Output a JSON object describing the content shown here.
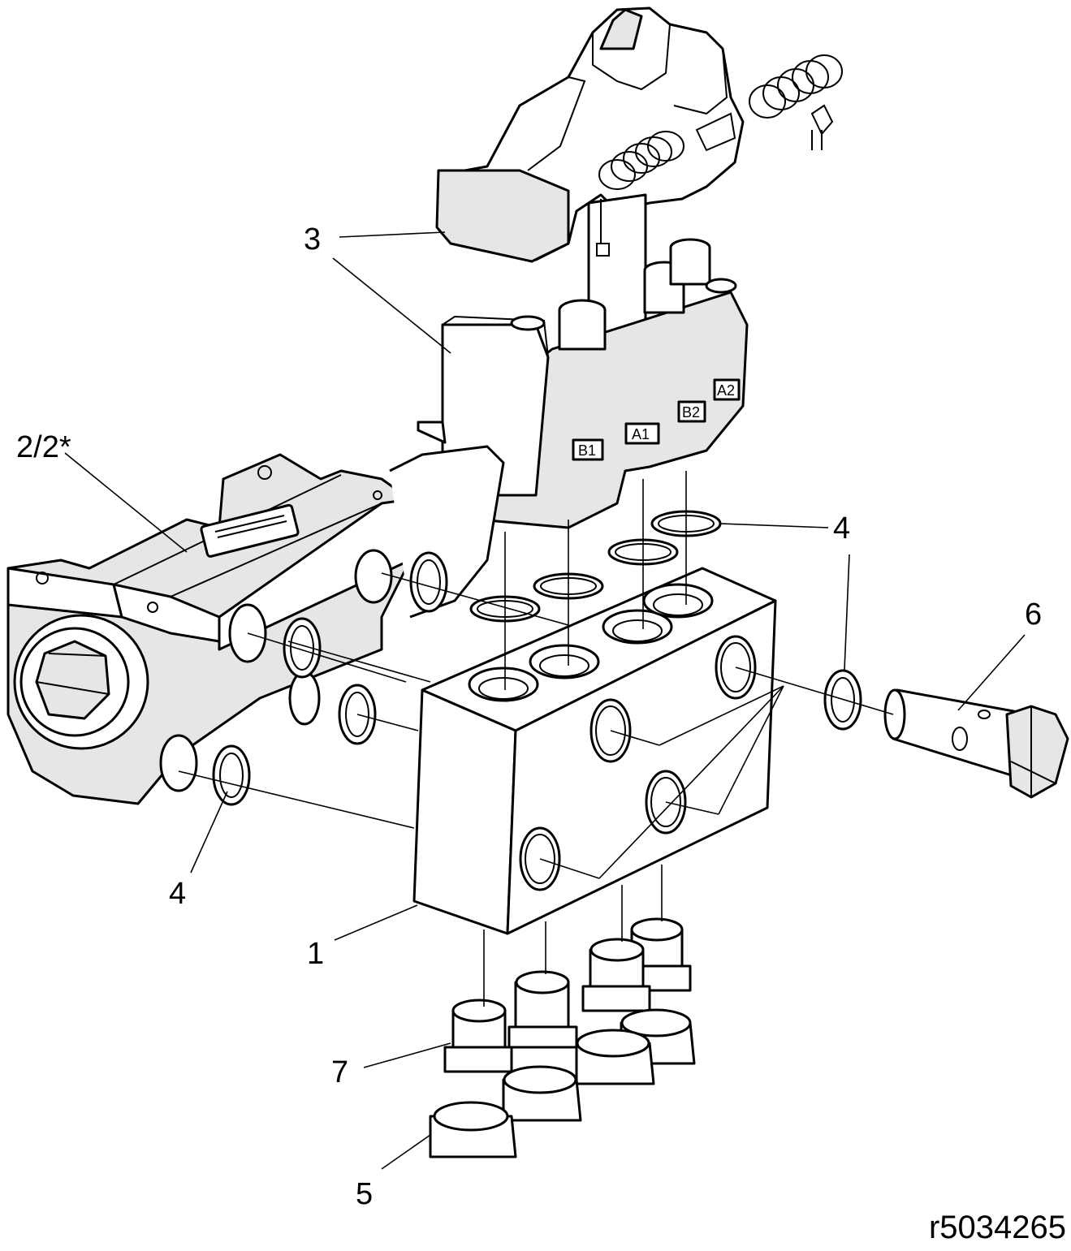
{
  "diagram": {
    "reference_number": "r5034265",
    "callouts": [
      {
        "id": "1",
        "label": "1"
      },
      {
        "id": "2",
        "label": "2/2*"
      },
      {
        "id": "3",
        "label": "3"
      },
      {
        "id": "4a",
        "label": "4"
      },
      {
        "id": "4b",
        "label": "4"
      },
      {
        "id": "5",
        "label": "5"
      },
      {
        "id": "6",
        "label": "6"
      },
      {
        "id": "7",
        "label": "7"
      }
    ],
    "port_labels": [
      "B1",
      "A1",
      "B2",
      "A2"
    ]
  }
}
